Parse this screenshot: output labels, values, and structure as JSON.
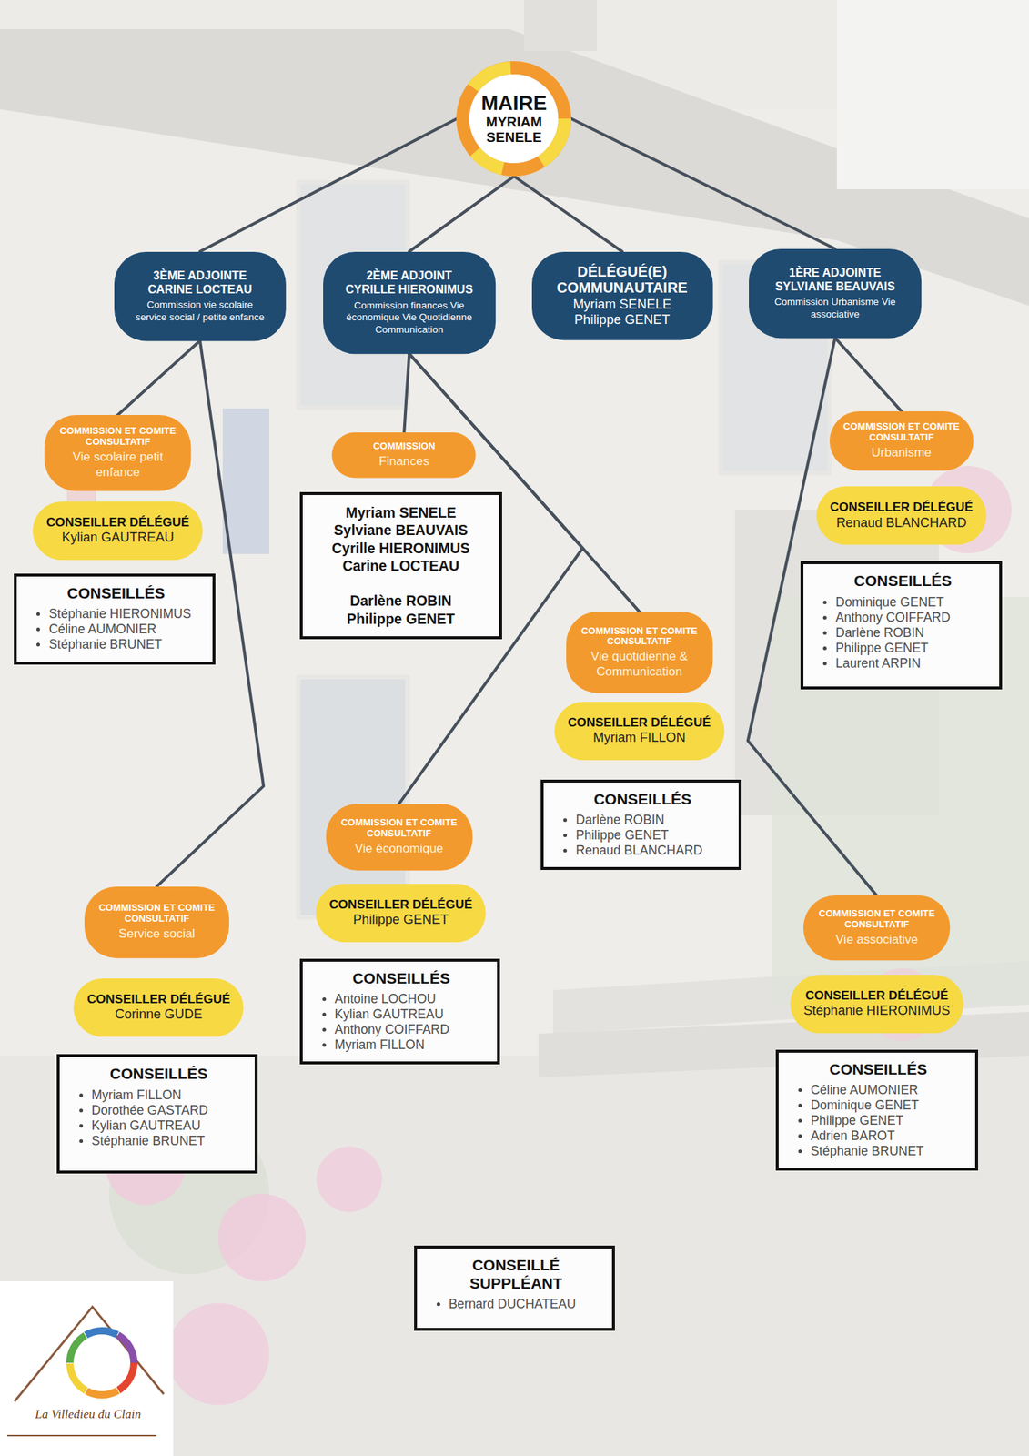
{
  "diagram": {
    "nodes": [
      {
        "text": [
          "MAIRE",
          "MYRIAM SENELE"
        ]
      },
      {
        "text": [
          "3ÈME ADJOINTE CARINE LOCTEAU",
          "Commission vie scolaire service social / petite enfance"
        ]
      },
      {
        "text": [
          "2ÈME ADJOINT CYRILLE HIERONIMUS",
          "Commission finances Vie économique Vie Quotidienne Communication"
        ]
      },
      {
        "text": [
          "DÉLÉGUÉ(E) COMMUNAUTAIRE",
          "Myriam SENELE Philippe GENET"
        ]
      },
      {
        "text": [
          "1ÈRE ADJOINTE SYLVIANE BEAUVAIS",
          "Commission Urbanisme Vie associative"
        ]
      },
      {
        "text": [
          "COMMISSION ET COMITE CONSULTATIF",
          "Vie scolaire petit enfance"
        ]
      },
      {
        "text": [
          "CONSEILLER DÉLÉGUÉ",
          "Kylian GAUTREAU"
        ]
      },
      {
        "text": [
          "CONSEILLÉS",
          "Stéphanie HIERONIMUS",
          "Céline AUMONIER",
          "Stéphanie BRUNET"
        ]
      },
      {
        "text": [
          "COMMISSION",
          "Finances"
        ]
      },
      {
        "text": [
          "Myriam SENELE",
          "Sylviane BEAUVAIS",
          "Cyrille HIERONIMUS",
          "Carine LOCTEAU",
          "Darlène ROBIN",
          "Philippe GENET"
        ]
      },
      {
        "text": [
          "COMMISSION ET COMITE CONSULTATIF",
          "Urbanisme"
        ]
      },
      {
        "text": [
          "CONSEILLER DÉLÉGUÉ",
          "Renaud BLANCHARD"
        ]
      },
      {
        "text": [
          "CONSEILLÉS",
          "Dominique GENET",
          "Anthony COIFFARD",
          "Darlène ROBIN",
          "Philippe GENET",
          "Laurent ARPIN"
        ]
      },
      {
        "text": [
          "COMMISSION ET COMITE CONSULTATIF",
          "Vie quotidienne & Communication"
        ]
      },
      {
        "text": [
          "CONSEILLER DÉLÉGUÉ",
          "Myriam FILLON"
        ]
      },
      {
        "text": [
          "CONSEILLÉS",
          "Darlène ROBIN",
          "Philippe GENET",
          "Renaud BLANCHARD"
        ]
      },
      {
        "text": [
          "COMMISSION ET COMITE CONSULTATIF",
          "Vie économique"
        ]
      },
      {
        "text": [
          "CONSEILLER DÉLÉGUÉ",
          "Philippe GENET"
        ]
      },
      {
        "text": [
          "CONSEILLÉS",
          "Antoine LOCHOU",
          "Kylian GAUTREAU",
          "Anthony COIFFARD",
          "Myriam FILLON"
        ]
      },
      {
        "text": [
          "COMMISSION ET COMITE CONSULTATIF",
          "Service social"
        ]
      },
      {
        "text": [
          "CONSEILLER DÉLÉGUÉ",
          "Corinne GUDE"
        ]
      },
      {
        "text": [
          "CONSEILLÉS",
          "Myriam FILLON",
          "Dorothée GASTARD",
          "Kylian GAUTREAU",
          "Stéphanie BRUNET"
        ]
      },
      {
        "text": [
          "COMMISSION ET COMITE CONSULTATIF",
          "Vie associative"
        ]
      },
      {
        "text": [
          "CONSEILLER DÉLÉGUÉ",
          "Stéphanie HIERONIMUS"
        ]
      },
      {
        "text": [
          "CONSEILLÉS",
          "Céline AUMONIER",
          "Dominique GENET",
          "Philippe GENET",
          "Adrien BAROT",
          "Stéphanie BRUNET"
        ]
      },
      {
        "text": [
          "CONSEILLÉ SUPPLÉANT",
          "Bernard DUCHATEAU"
        ]
      }
    ],
    "edges": [
      {
        "from": 0,
        "to": 1,
        "arrow": "none"
      },
      {
        "from": 0,
        "to": 2,
        "arrow": "none"
      },
      {
        "from": 0,
        "to": 3,
        "arrow": "none"
      },
      {
        "from": 0,
        "to": 4,
        "arrow": "none"
      },
      {
        "from": 1,
        "to": 5,
        "arrow": "none"
      },
      {
        "from": 1,
        "to": 19,
        "arrow": "none"
      },
      {
        "from": 2,
        "to": 8,
        "arrow": "none"
      },
      {
        "from": 2,
        "to": 13,
        "arrow": "none"
      },
      {
        "from": 2,
        "to": 16,
        "arrow": "none"
      },
      {
        "from": 4,
        "to": 10,
        "arrow": "none"
      },
      {
        "from": 4,
        "to": 22,
        "arrow": "none"
      }
    ],
    "labels": [
      "La Villedieu du Clain"
    ]
  }
}
